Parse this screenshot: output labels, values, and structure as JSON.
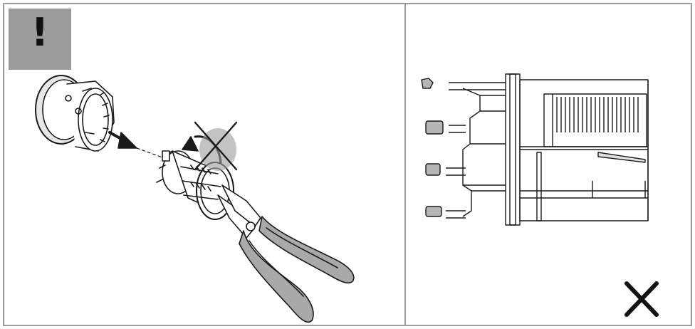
{
  "warning": {
    "symbol": "!"
  },
  "colors": {
    "warning_bg": "#9b9b9b",
    "frame": "#9a9a9a",
    "line": "#1a1a1a",
    "grip_fill": "#a9a9a9",
    "part_fill": "#c8c8c8"
  },
  "icons": {
    "left": [
      "warning-icon",
      "cylinder-cap",
      "cylinder-core",
      "pliers",
      "rotation-arrow",
      "prohibited-cross",
      "direction-arrow"
    ],
    "right": [
      "lock-mechanism-section",
      "wrong-cross"
    ]
  }
}
